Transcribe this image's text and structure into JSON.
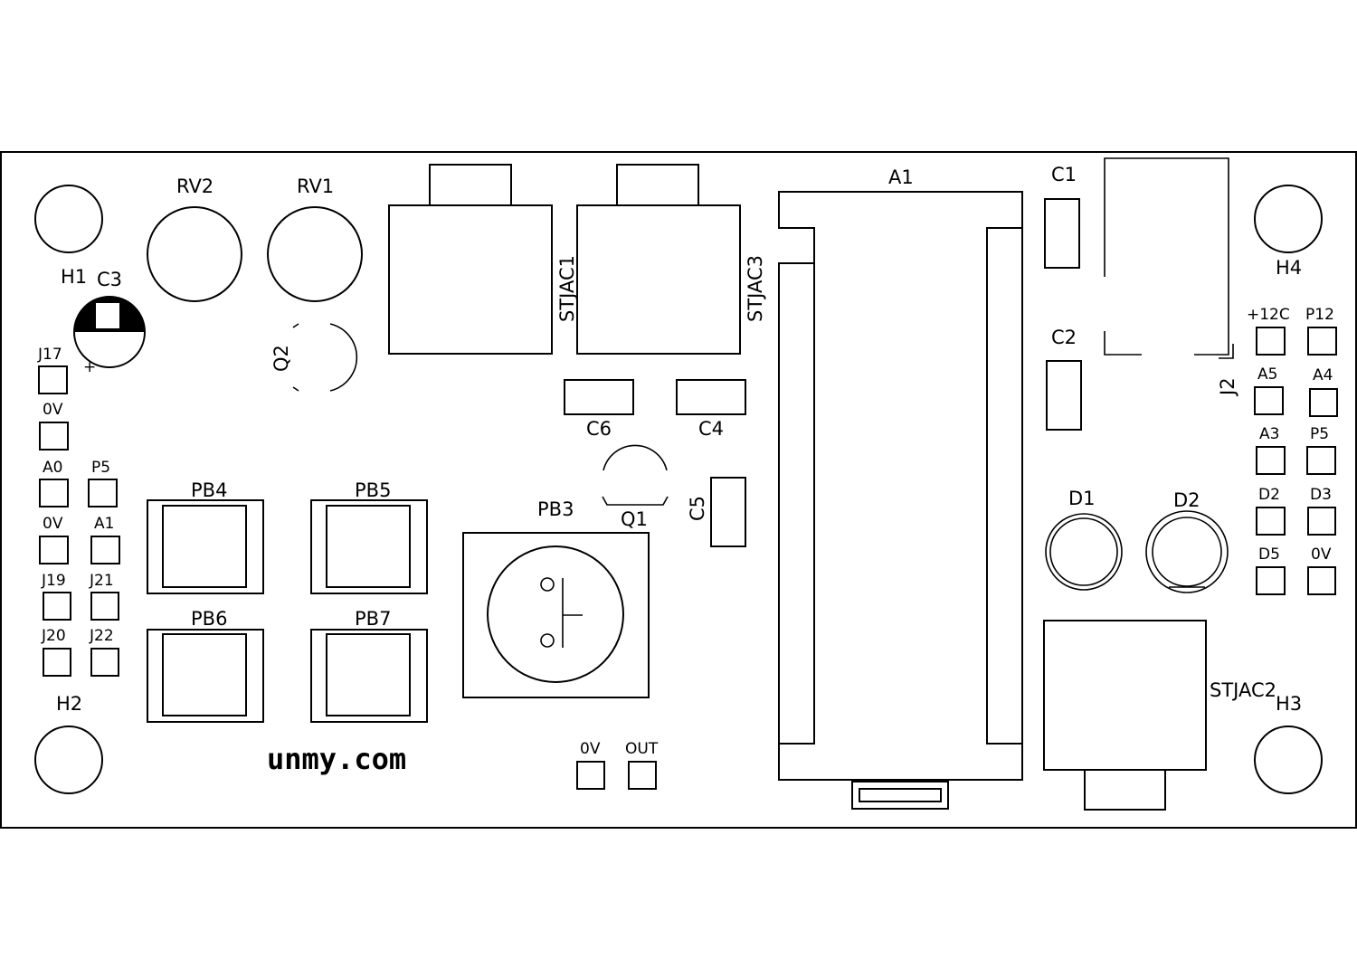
{
  "colors": {
    "background": "#ffffff",
    "ink": "#000000"
  },
  "brand": "unmy.com",
  "labels": {
    "rv2": "RV2",
    "rv1": "RV1",
    "stjac1": "STJAC1",
    "stjac3": "STJAC3",
    "stjac2": "STJAC2",
    "a1": "A1",
    "c1": "C1",
    "c2": "C2",
    "c3": "C3",
    "c4": "C4",
    "c5": "C5",
    "c6": "C6",
    "h1": "H1",
    "h2": "H2",
    "h3": "H3",
    "h4": "H4",
    "q1": "Q1",
    "q2": "Q2",
    "j2": "J2",
    "d1": "D1",
    "d2": "D2",
    "pb3": "PB3",
    "pb4": "PB4",
    "pb5": "PB5",
    "pb6": "PB6",
    "pb7": "PB7",
    "c3_polarity": "+"
  },
  "pads": {
    "j17": "J17",
    "ov_left": "0V",
    "a0": "A0",
    "p5_left": "P5",
    "ov_left2": "0V",
    "a1": "A1",
    "j19": "J19",
    "j21": "J21",
    "j20": "J20",
    "j22": "J22",
    "plus12c": "+12C",
    "p12": "P12",
    "a5": "A5",
    "a4": "A4",
    "a3": "A3",
    "p5_right": "P5",
    "d2": "D2",
    "d3": "D3",
    "d5": "D5",
    "ov_right": "0V",
    "ov_bottom": "0V",
    "out": "OUT"
  }
}
